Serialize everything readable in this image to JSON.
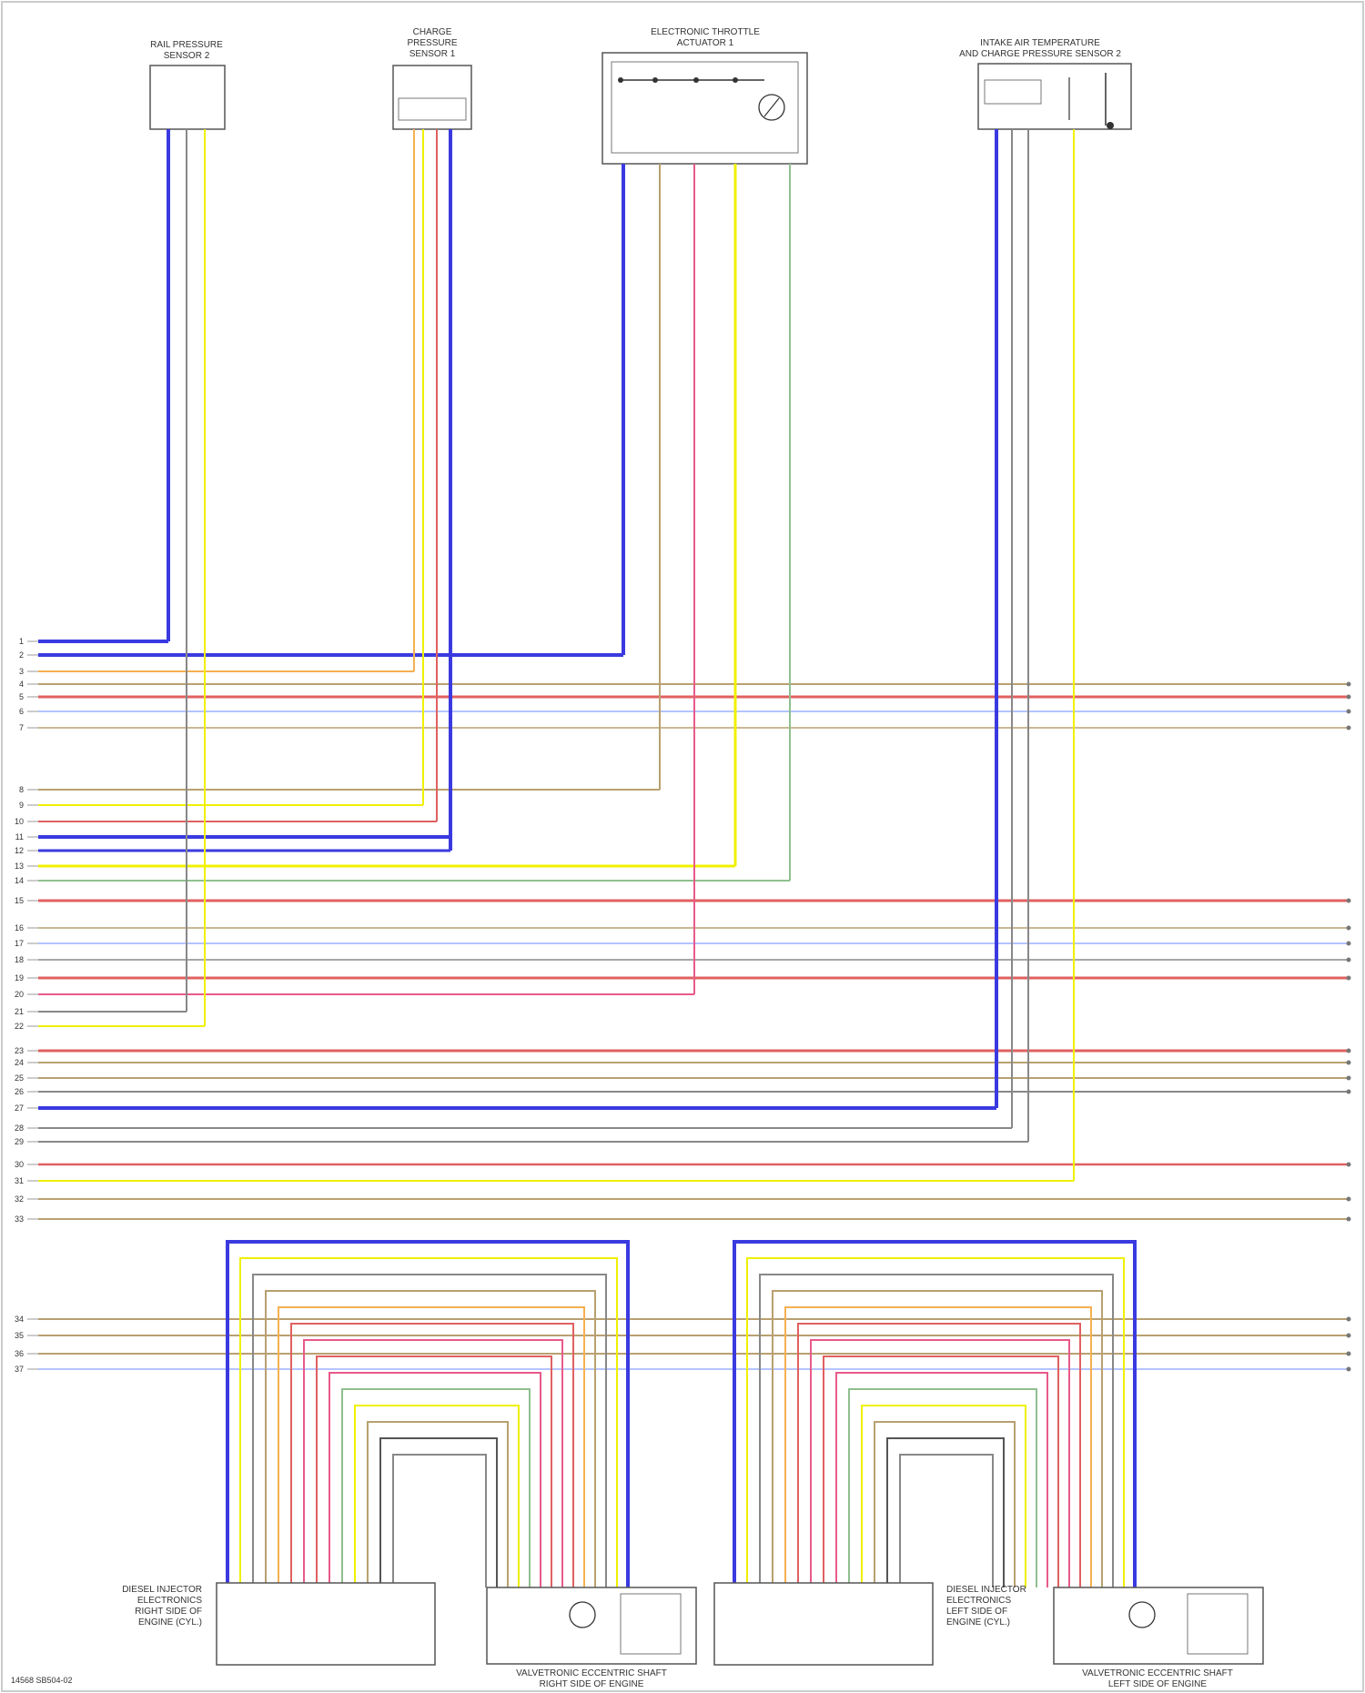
{
  "colors": {
    "blue": "#3a3ae0",
    "yellow": "#f0f000",
    "orange": "#f5b050",
    "red": "#e06060",
    "pink": "#e85a8a",
    "gray": "#888888",
    "darkgray": "#555555",
    "tan": "#b8a070",
    "green": "#8fbf8f",
    "lightblue": "#9ab0ff",
    "black": "#333333",
    "wire_label": "#444444",
    "box_border": "#555555"
  },
  "components": [
    {
      "label_lines": [
        "RAIL PRESSURE",
        "SENSOR 2"
      ]
    },
    {
      "label_lines": [
        "CHARGE",
        "PRESSURE",
        "SENSOR 1"
      ]
    },
    {
      "label_lines": [
        "ELECTRONIC THROTTLE",
        "ACTUATOR 1"
      ]
    },
    {
      "label_lines": [
        "INTAKE AIR TEMPERATURE",
        "AND CHARGE PRESSURE SENSOR 2"
      ]
    },
    {
      "label_lines": [
        "DIESEL INJECTOR",
        "ELECTRONICS",
        "RIGHT SIDE OF",
        "ENGINE (CYL.)"
      ]
    },
    {
      "label_lines": [
        "VALVETRONIC ECCENTRIC SHAFT",
        "RIGHT SIDE OF ENGINE"
      ]
    },
    {
      "label_lines": [
        "DIESEL INJECTOR",
        "ELECTRONICS",
        "LEFT SIDE OF",
        "ENGINE (CYL.)"
      ]
    },
    {
      "label_lines": [
        "VALVETRONIC ECCENTRIC SHAFT",
        "LEFT SIDE OF ENGINE"
      ]
    }
  ],
  "footer": {
    "code": "14568 SB504-02"
  }
}
